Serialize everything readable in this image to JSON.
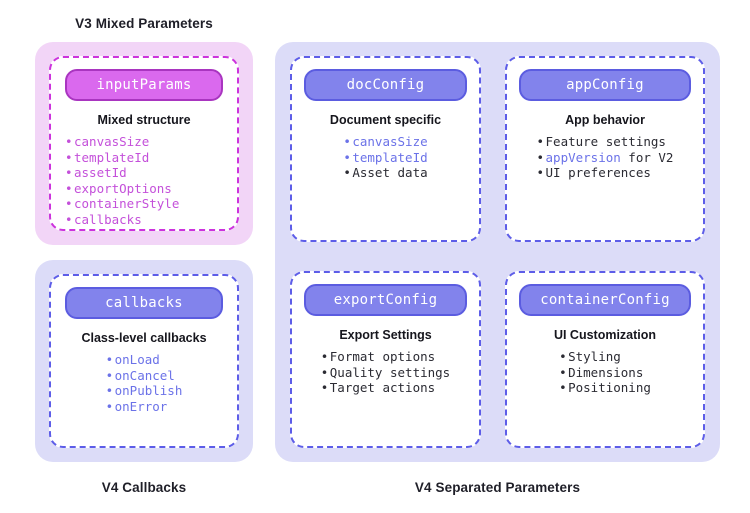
{
  "captions": {
    "v3": "V3 Mixed Parameters",
    "v4_callbacks": "V4 Callbacks",
    "v4_separated": "V4 Separated Parameters"
  },
  "colors": {
    "group_v3_bg": "#f2d5f7",
    "group_v4_bg": "#dcdcf8",
    "pill_magenta": "#da69ee",
    "pill_magenta_border": "#a935c0",
    "pill_blue": "#8283ec",
    "pill_blue_border": "#5b5ce0",
    "dash_magenta": "#cc33dd",
    "dash_blue": "#5d5de8",
    "code_blue": "#6b72e8",
    "code_pink": "#c450da",
    "text_dark": "#16161d"
  },
  "cards": {
    "input_params": {
      "title": "inputParams",
      "subhead": "Mixed structure",
      "bullets": [
        {
          "text": "canvasSize",
          "style": "code-pink"
        },
        {
          "text": "templateId",
          "style": "code-pink"
        },
        {
          "text": "assetId",
          "style": "code-pink"
        },
        {
          "text": "exportOptions",
          "style": "code-pink"
        },
        {
          "text": "containerStyle",
          "style": "code-pink"
        },
        {
          "text": "callbacks",
          "style": "code-pink"
        }
      ]
    },
    "callbacks": {
      "title": "callbacks",
      "subhead": "Class-level callbacks",
      "bullets": [
        {
          "text": "onLoad",
          "style": "code-blue"
        },
        {
          "text": "onCancel",
          "style": "code-blue"
        },
        {
          "text": "onPublish",
          "style": "code-blue"
        },
        {
          "text": "onError",
          "style": "code-blue"
        }
      ]
    },
    "doc_config": {
      "title": "docConfig",
      "subhead": "Document specific",
      "bullets": [
        {
          "text": "canvasSize",
          "style": "code-blue"
        },
        {
          "text": "templateId",
          "style": "code-blue"
        },
        {
          "text": "Asset data",
          "style": "plain-dark"
        }
      ]
    },
    "app_config": {
      "title": "appConfig",
      "subhead": "App behavior",
      "bullets": [
        {
          "text": "Feature settings",
          "style": "plain-dark"
        },
        {
          "text": "appVersion",
          "style": "code-blue",
          "suffix": " for V2"
        },
        {
          "text": "UI preferences",
          "style": "plain-dark"
        }
      ]
    },
    "export_config": {
      "title": "exportConfig",
      "subhead": "Export Settings",
      "bullets": [
        {
          "text": "Format options",
          "style": "plain-dark"
        },
        {
          "text": "Quality settings",
          "style": "plain-dark"
        },
        {
          "text": "Target actions",
          "style": "plain-dark"
        }
      ]
    },
    "container_config": {
      "title": "containerConfig",
      "subhead": "UI Customization",
      "bullets": [
        {
          "text": "Styling",
          "style": "plain-dark"
        },
        {
          "text": "Dimensions",
          "style": "plain-dark"
        },
        {
          "text": "Positioning",
          "style": "plain-dark"
        }
      ]
    }
  }
}
